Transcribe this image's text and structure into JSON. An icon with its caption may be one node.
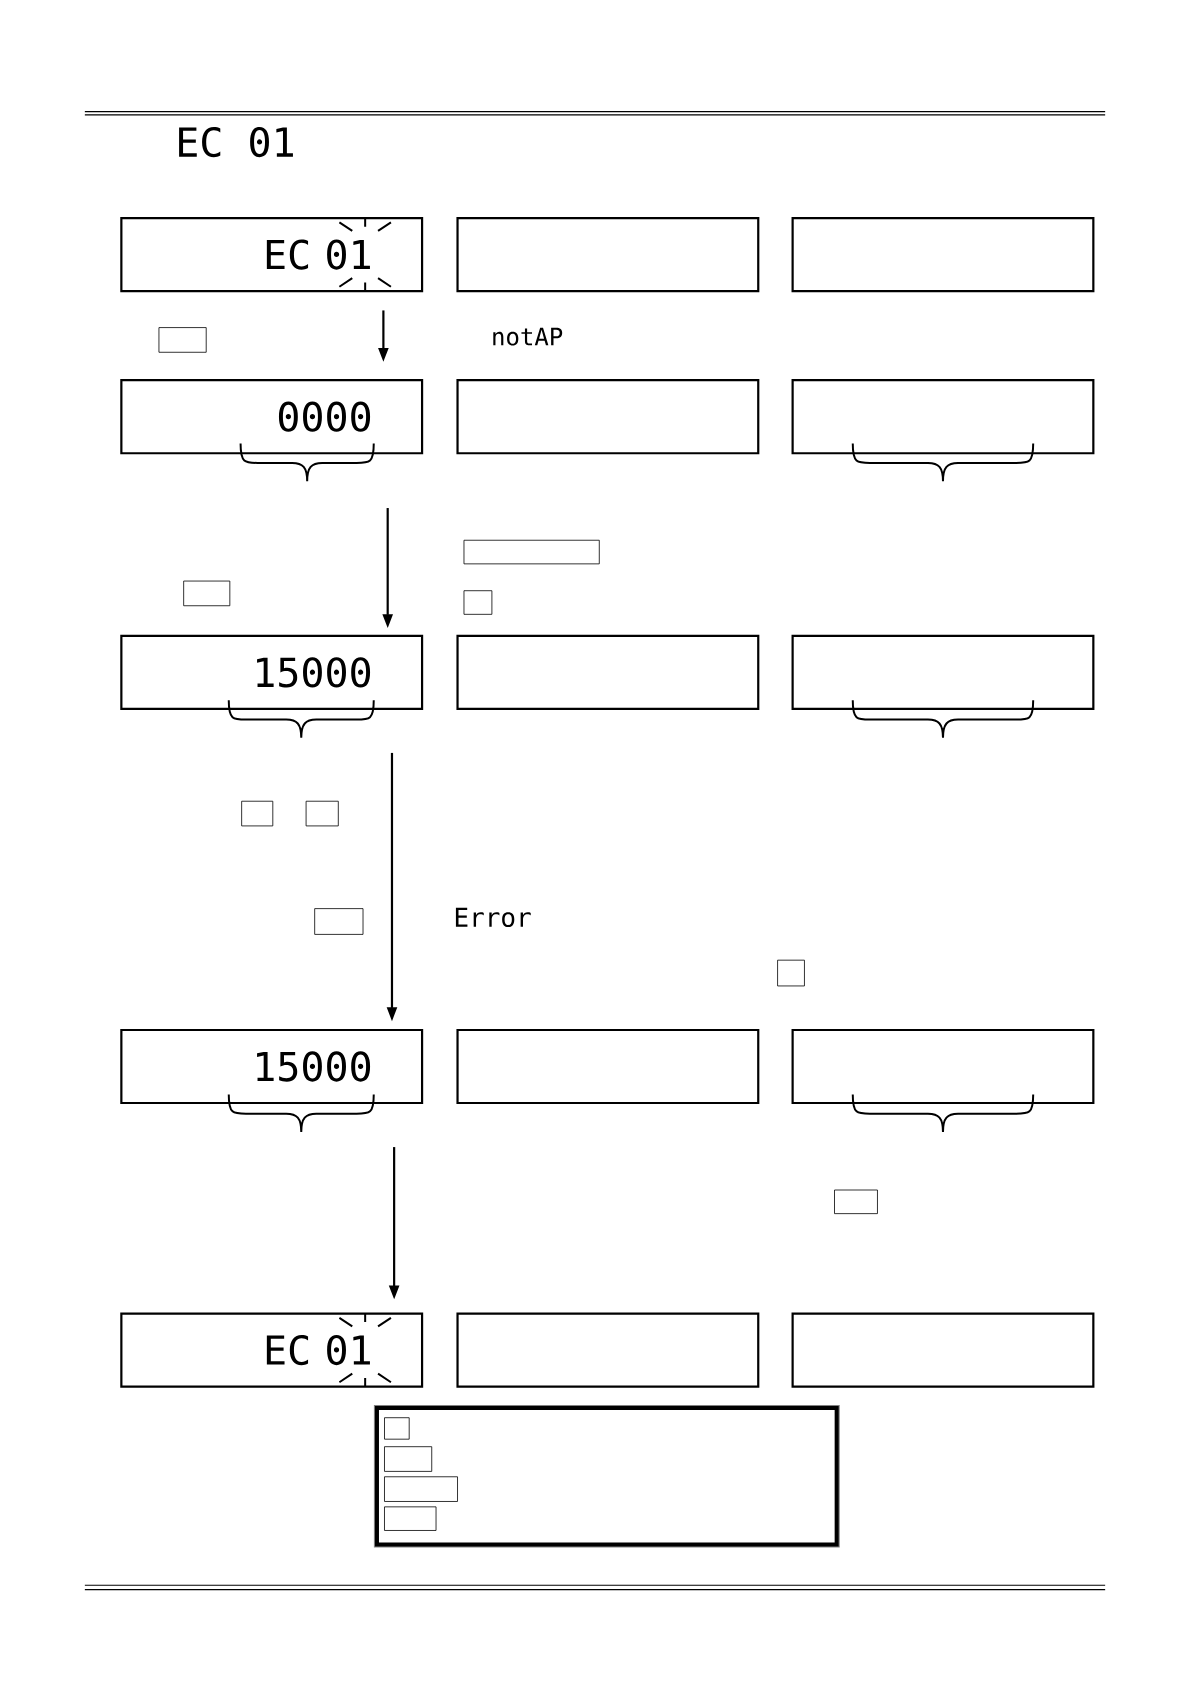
{
  "diagram": {
    "nodes": [
      {
        "text": [
          "EC 01"
        ]
      },
      {
        "text": [],
        "shape": "box"
      },
      {
        "text": [],
        "shape": "box"
      },
      {
        "text": [],
        "shape": "box"
      },
      {
        "text": [
          "0000"
        ]
      },
      {
        "text": [],
        "shape": "box"
      },
      {
        "text": [],
        "shape": "box"
      },
      {
        "text": [],
        "shape": "box"
      },
      {
        "text": [],
        "shape": "box"
      },
      {
        "text": [],
        "shape": "box"
      },
      {
        "text": [
          "15000"
        ]
      },
      {
        "text": [],
        "shape": "box"
      },
      {
        "text": [],
        "shape": "box"
      },
      {
        "text": [],
        "shape": "box"
      },
      {
        "text": [],
        "shape": "box"
      },
      {
        "text": [],
        "shape": "box"
      },
      {
        "text": [],
        "shape": "box"
      },
      {
        "text": [
          "15000"
        ]
      },
      {
        "text": [],
        "shape": "box"
      },
      {
        "text": [],
        "shape": "box"
      },
      {
        "text": [],
        "shape": "box"
      },
      {
        "text": [
          "EC 01"
        ]
      },
      {
        "text": [],
        "shape": "box"
      },
      {
        "text": [],
        "shape": "box"
      },
      {
        "text": [],
        "shape": "box"
      },
      {
        "text": [],
        "shape": "box",
        "in": 24
      },
      {
        "text": [],
        "shape": "box",
        "in": 24
      },
      {
        "text": [],
        "shape": "box",
        "in": 24
      },
      {
        "text": [],
        "shape": "box",
        "in": 24
      }
    ],
    "edges": [
      {
        "from": 0,
        "to": 4,
        "arrow": "to"
      },
      {
        "from": 4,
        "to": 10,
        "arrow": "to"
      },
      {
        "from": 10,
        "to": 17,
        "arrow": "to"
      },
      {
        "from": 17,
        "to": 21,
        "arrow": "to"
      }
    ],
    "labels": [
      "EC 01",
      "notAP",
      "Error"
    ]
  }
}
